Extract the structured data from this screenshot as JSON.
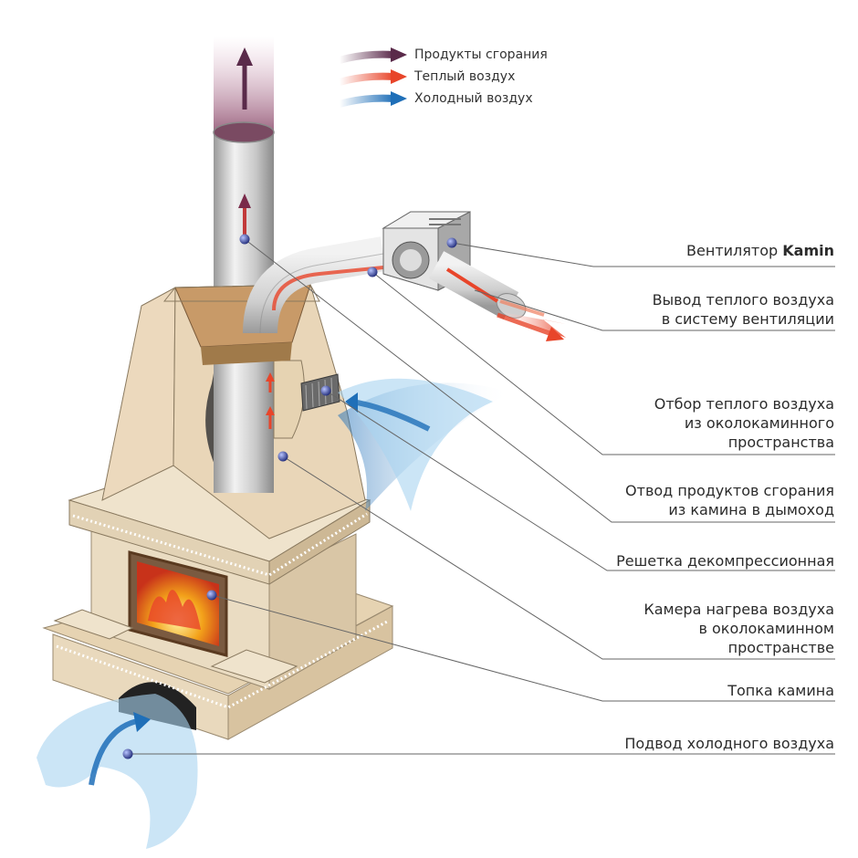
{
  "legend": [
    {
      "label": "Продукты сгорания",
      "color": "#5a2a4a"
    },
    {
      "label": "Теплый воздух",
      "color": "#e8452a"
    },
    {
      "label": "Холодный воздух",
      "color": "#1f6fb8"
    }
  ],
  "callouts": [
    {
      "id": "fan",
      "prefix": "Вентилятор ",
      "bold": "Kamin"
    },
    {
      "id": "warm-out",
      "lines": [
        "Вывод теплого воздуха",
        "в систему вентиляции"
      ]
    },
    {
      "id": "warm-intake",
      "lines": [
        "Отбор теплого воздуха",
        "из околокаминного",
        "пространства"
      ]
    },
    {
      "id": "flue",
      "lines": [
        "Отвод продуктов сгорания",
        "из камина в дымоход"
      ]
    },
    {
      "id": "grille",
      "lines": [
        "Решетка декомпрессионная"
      ]
    },
    {
      "id": "chamber",
      "lines": [
        "Камера нагрева воздуха",
        "в околокаминном",
        "пространстве"
      ]
    },
    {
      "id": "firebox",
      "lines": [
        "Топка камина"
      ]
    },
    {
      "id": "cold-in",
      "lines": [
        "Подвод холодного воздуха"
      ]
    }
  ],
  "colors": {
    "stone": "#e9d9bd",
    "stone_dark": "#d8c3a0",
    "pipe": "#d4d4d4",
    "fire": "#f3a21a",
    "marker": "#3a4aa8",
    "leader": "#666666"
  }
}
